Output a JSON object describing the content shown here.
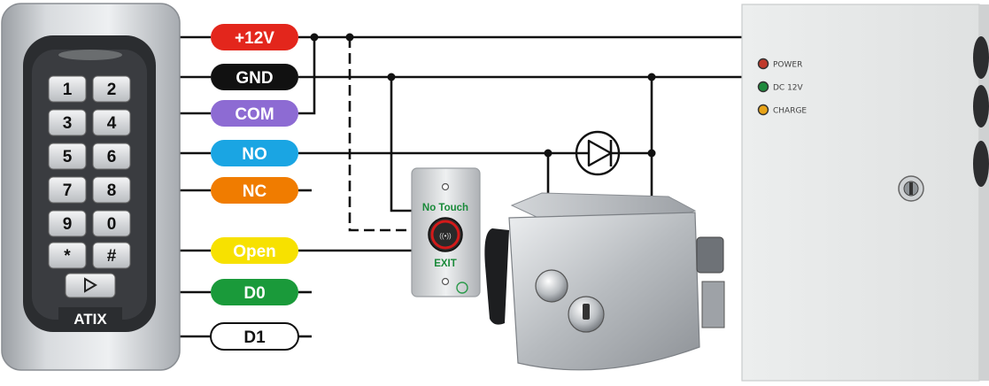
{
  "terminals": [
    {
      "label": "+12V",
      "color": "#e3261c"
    },
    {
      "label": "GND",
      "color": "#111111"
    },
    {
      "label": "COM",
      "color": "#8d6bd3"
    },
    {
      "label": "NO",
      "color": "#1aa5e3"
    },
    {
      "label": "NC",
      "color": "#f07c00"
    },
    {
      "label": "Open",
      "color": "#f7e100"
    },
    {
      "label": "D0",
      "color": "#1a9a3a"
    },
    {
      "label": "D1",
      "color": "#ffffff"
    }
  ],
  "keypad": {
    "keys": [
      "1",
      "2",
      "3",
      "4",
      "5",
      "6",
      "7",
      "8",
      "9",
      "0",
      "*",
      "#"
    ],
    "brand": "ATIX"
  },
  "exit_button": {
    "top_text": "No Touch",
    "bottom_text": "EXIT"
  },
  "power_supply": {
    "indicators": [
      {
        "label": "POWER",
        "color": "#c0392b"
      },
      {
        "label": "DC 12V",
        "color": "#1e8a3c"
      },
      {
        "label": "CHARGE",
        "color": "#e8a317"
      }
    ]
  }
}
